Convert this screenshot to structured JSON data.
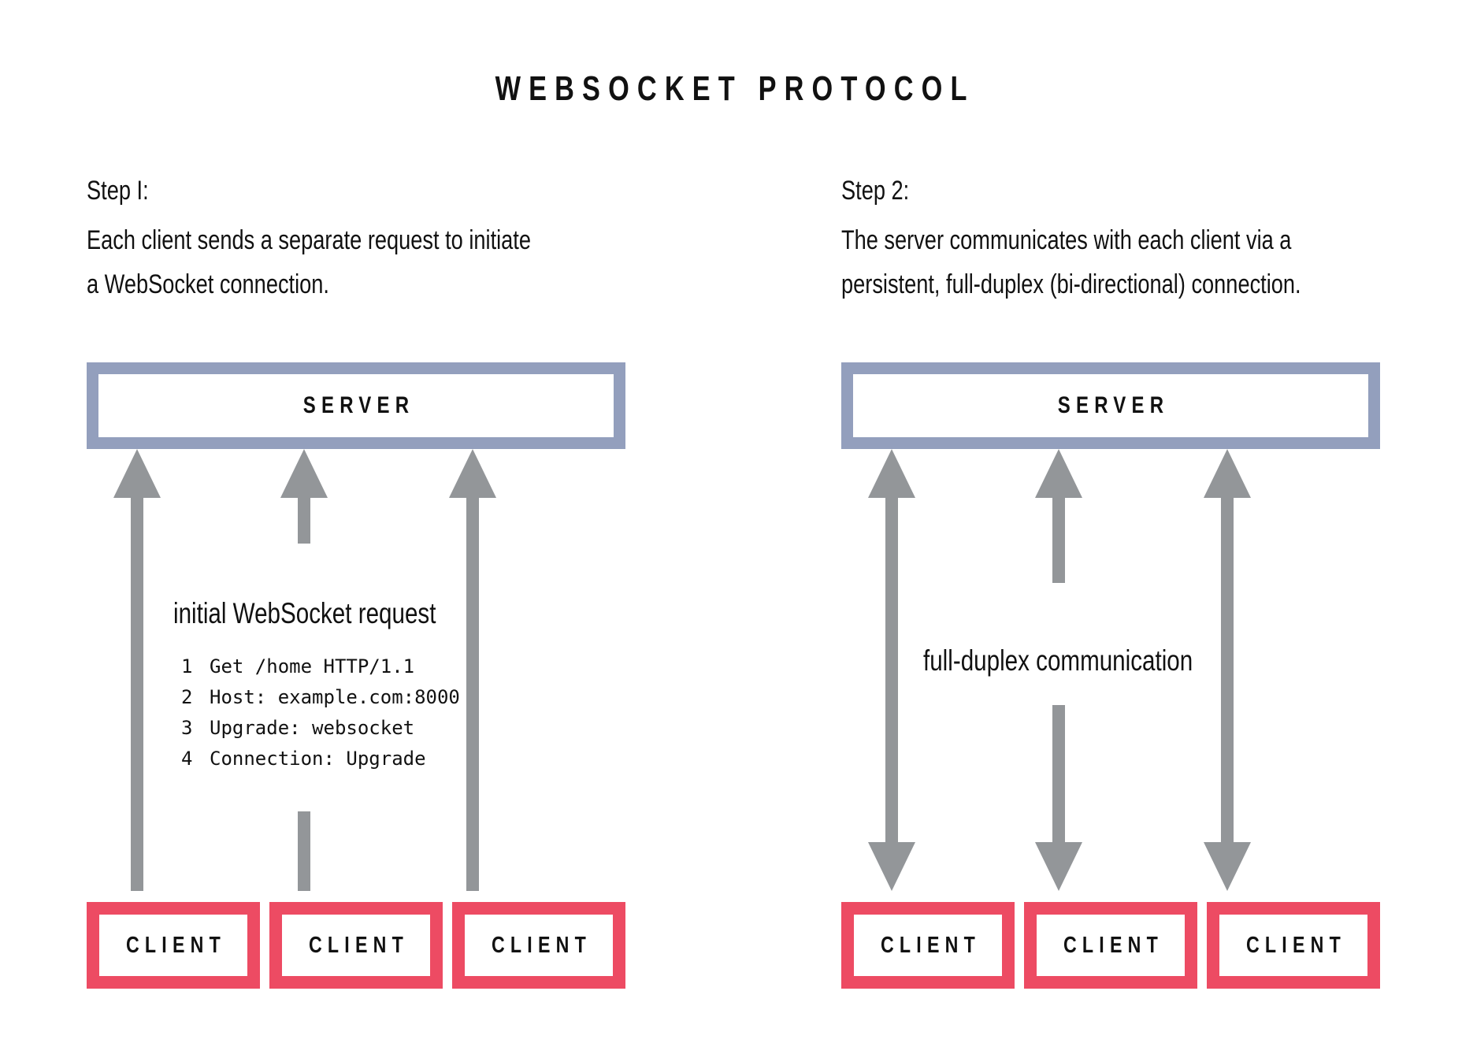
{
  "title": "WEBSOCKET PROTOCOL",
  "colors": {
    "server_border": "#939fbd",
    "client_border": "#ed4b63",
    "arrow": "#939699",
    "text": "#111111",
    "background": "#ffffff"
  },
  "steps": [
    {
      "heading": "Step I:",
      "description_line1": "Each client sends a separate request to initiate",
      "description_line2": "a WebSocket connection.",
      "server_label": "SERVER",
      "clients": [
        "CLIENT",
        "CLIENT",
        "CLIENT"
      ],
      "annotation_label": "initial WebSocket request",
      "code_listing": [
        {
          "num": "1",
          "text": "Get /home HTTP/1.1"
        },
        {
          "num": "2",
          "text": "Host: example.com:8000"
        },
        {
          "num": "3",
          "text": "Upgrade: websocket"
        },
        {
          "num": "4",
          "text": "Connection: Upgrade"
        }
      ],
      "arrow_direction": "up"
    },
    {
      "heading": "Step 2:",
      "description_line1": "The server communicates with each client via a",
      "description_line2": "persistent, full-duplex (bi-directional) connection.",
      "server_label": "SERVER",
      "clients": [
        "CLIENT",
        "CLIENT",
        "CLIENT"
      ],
      "annotation_label": "full-duplex communication",
      "arrow_direction": "bidirectional"
    }
  ]
}
